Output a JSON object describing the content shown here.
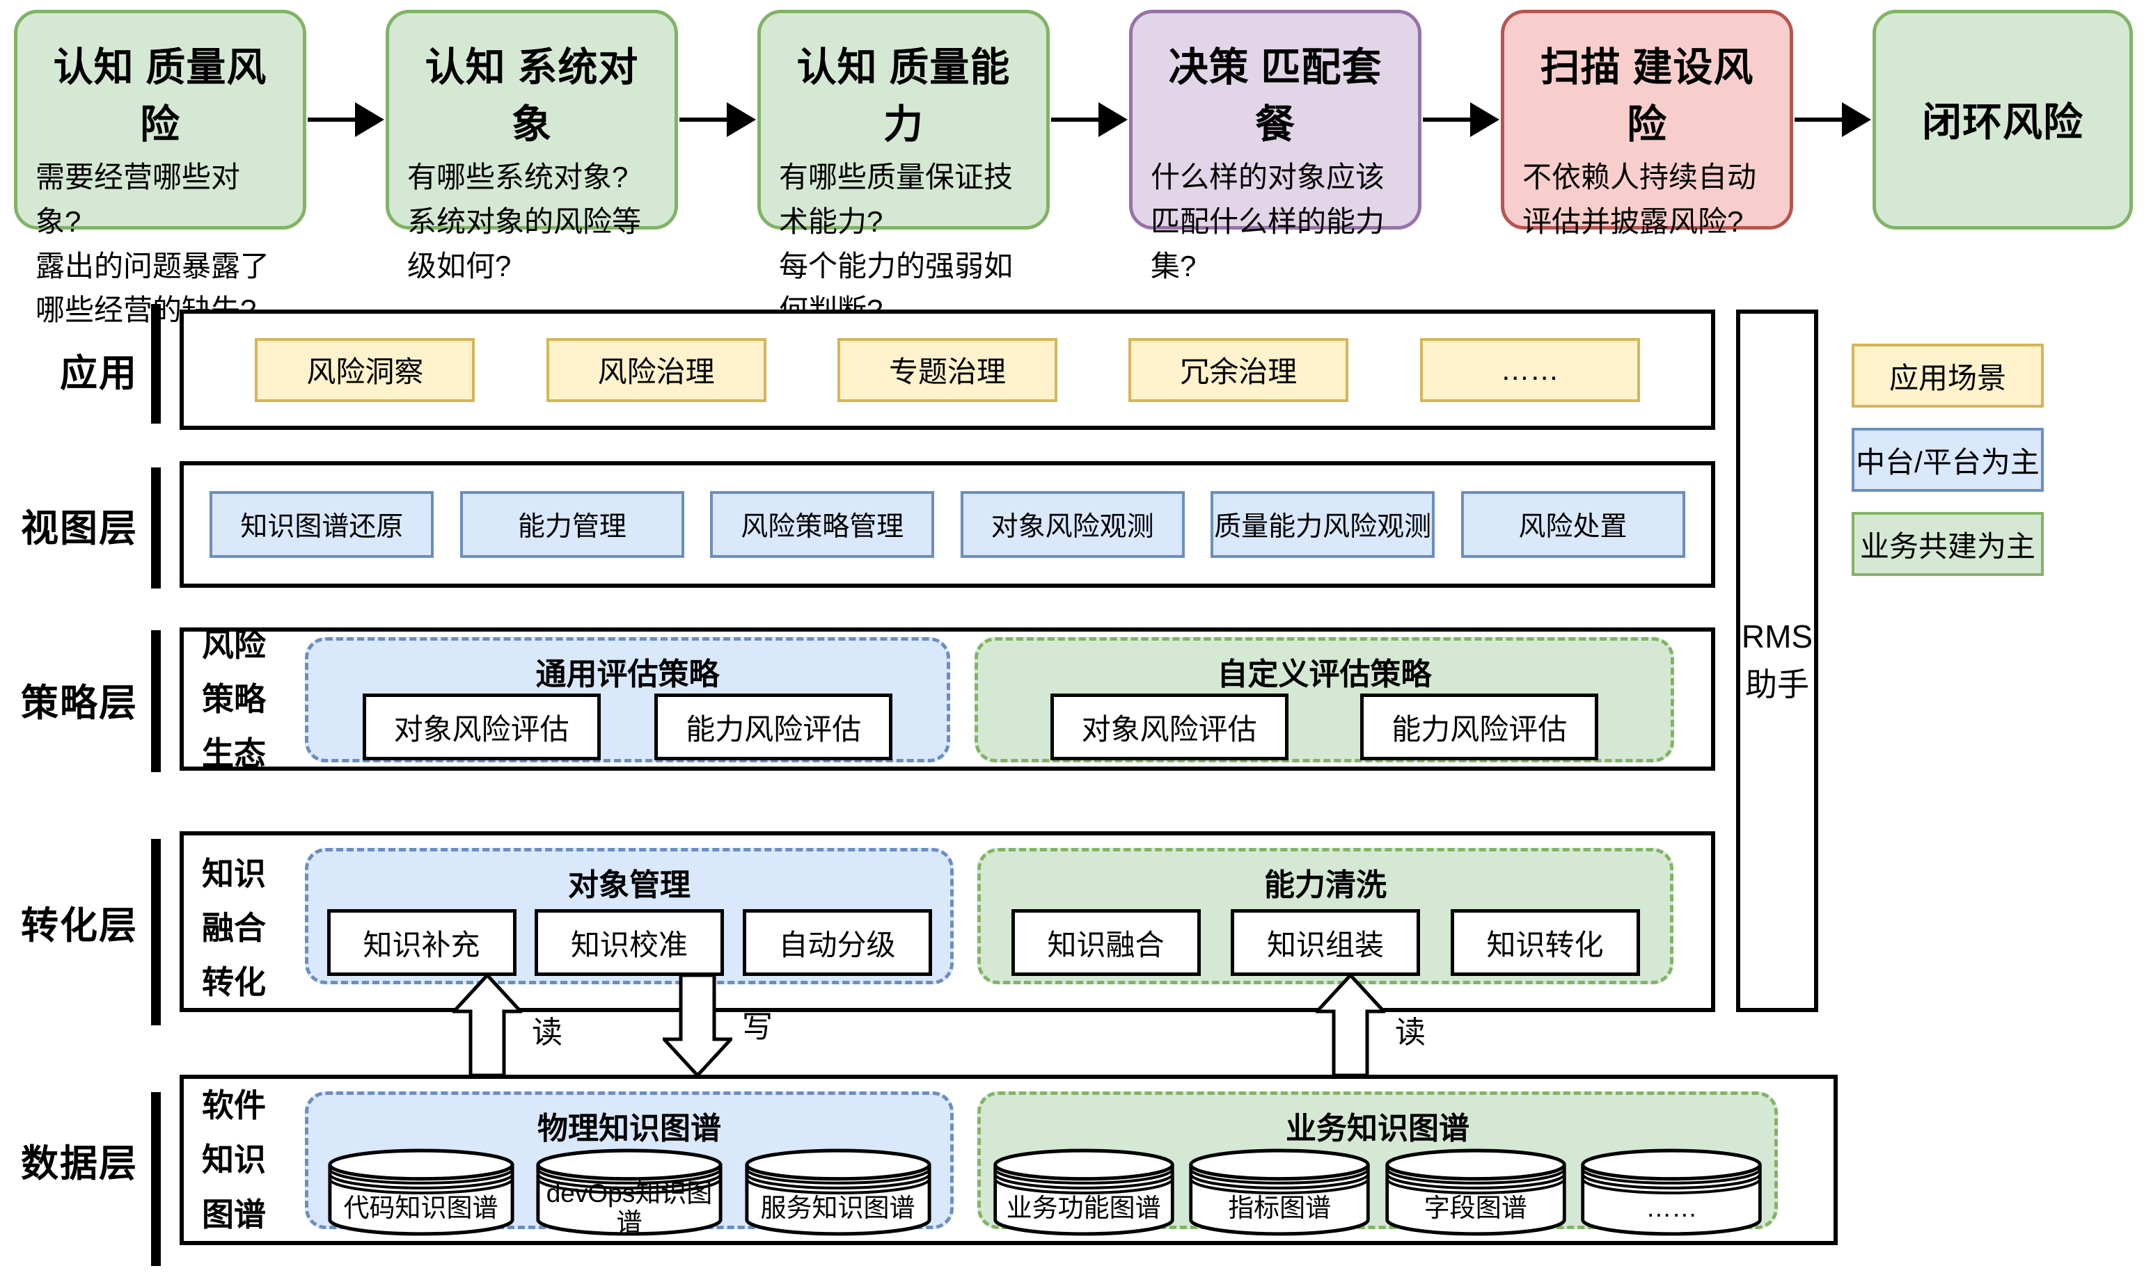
{
  "flow": {
    "steps": [
      {
        "title": "认知 质量风险",
        "body": "需要经营哪些对象?\n露出的问题暴露了哪些经营的缺失?",
        "variant": "green"
      },
      {
        "title": "认知 系统对象",
        "body": "有哪些系统对象?\n系统对象的风险等级如何?",
        "variant": "green"
      },
      {
        "title": "认知 质量能力",
        "body": "有哪些质量保证技术能力?\n每个能力的强弱如何判断?",
        "variant": "green"
      },
      {
        "title": "决策 匹配套餐",
        "body": "什么样的对象应该匹配什么样的能力集?",
        "variant": "purple"
      },
      {
        "title": "扫描 建设风险",
        "body": "不依赖人持续自动评估并披露风险?",
        "variant": "red"
      },
      {
        "title": "闭环风险",
        "body": "",
        "variant": "green"
      }
    ]
  },
  "layers": {
    "app": {
      "label": "应用",
      "items": [
        "风险洞察",
        "风险治理",
        "专题治理",
        "冗余治理",
        "……"
      ]
    },
    "view": {
      "label": "视图层",
      "items": [
        "知识图谱还原",
        "能力管理",
        "风险策略管理",
        "对象风险观测",
        "质量能力风险观测",
        "风险处置"
      ]
    },
    "strategy": {
      "label": "策略层",
      "sublabel_lines": [
        "风险",
        "策略",
        "生态"
      ],
      "groups": [
        {
          "title": "通用评估策略",
          "variant": "blue",
          "items": [
            "对象风险评估",
            "能力风险评估"
          ]
        },
        {
          "title": "自定义评估策略",
          "variant": "green",
          "items": [
            "对象风险评估",
            "能力风险评估"
          ]
        }
      ]
    },
    "transform": {
      "label": "转化层",
      "sublabel_lines": [
        "知识",
        "融合",
        "转化"
      ],
      "groups": [
        {
          "title": "对象管理",
          "variant": "blue",
          "items": [
            "知识补充",
            "知识校准",
            "自动分级"
          ]
        },
        {
          "title": "能力清洗",
          "variant": "green",
          "items": [
            "知识融合",
            "知识组装",
            "知识转化"
          ]
        }
      ]
    },
    "data": {
      "label": "数据层",
      "sublabel_lines": [
        "软件",
        "知识",
        "图谱"
      ],
      "groups": [
        {
          "title": "物理知识图谱",
          "variant": "blue",
          "items": [
            "代码知识图谱",
            "devOps知识图谱",
            "服务知识图谱"
          ]
        },
        {
          "title": "业务知识图谱",
          "variant": "green",
          "items": [
            "业务功能图谱",
            "指标图谱",
            "字段图谱",
            "……"
          ]
        }
      ]
    }
  },
  "rw_arrows": {
    "read_left": "读",
    "write": "写",
    "read_right": "读"
  },
  "rms": {
    "line1": "RMS",
    "line2": "助手"
  },
  "legend": {
    "items": [
      {
        "label": "应用场景",
        "variant": "yellow"
      },
      {
        "label": "中台/平台为主",
        "variant": "blue"
      },
      {
        "label": "业务共建为主",
        "variant": "green"
      }
    ]
  },
  "colors": {
    "green_fill": "#d5e8d4",
    "green_border": "#82b366",
    "purple_fill": "#e1d5e7",
    "purple_border": "#9673a6",
    "red_fill": "#f8cecc",
    "red_border": "#b85450",
    "yellow_fill": "#fff2cc",
    "yellow_border": "#d6b656",
    "blue_fill": "#dae8fc",
    "blue_border": "#6c8ebf",
    "line": "#000000"
  }
}
